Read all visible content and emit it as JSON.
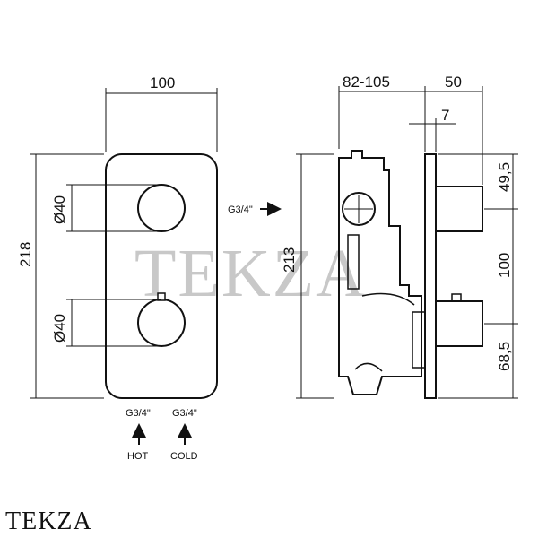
{
  "front_view": {
    "width_label": "100",
    "height_label": "218",
    "top_knob_label": "Ø40",
    "bottom_knob_label": "Ø40"
  },
  "side_view": {
    "depth_label": "82-105",
    "plate_label": "50",
    "thickness_label": "7",
    "height_label": "213",
    "inlet_label": "G3/4\"",
    "spacing_top_label": "49,5",
    "spacing_mid_label": "100",
    "spacing_bottom_label": "68,5"
  },
  "inlets": {
    "hot_size": "G3/4\"",
    "hot_label": "HOT",
    "cold_size": "G3/4\"",
    "cold_label": "COLD"
  },
  "watermark": "TEKZA",
  "brand": "TEKZA"
}
